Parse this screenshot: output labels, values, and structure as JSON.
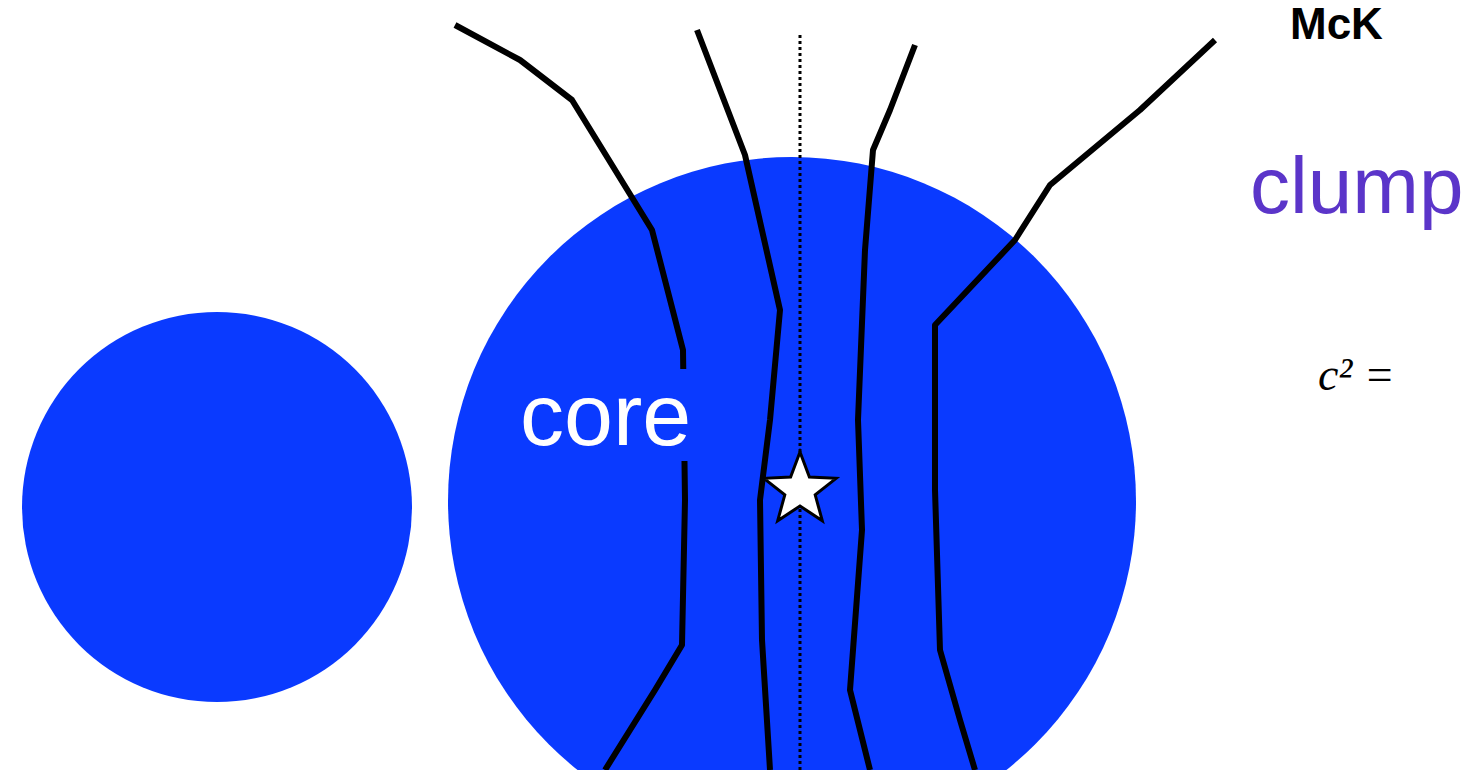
{
  "diagram": {
    "nodes": [
      {
        "text": [
          "core"
        ]
      }
    ],
    "edges": [],
    "labels": [
      "clump",
      "McK",
      "c² ="
    ]
  }
}
